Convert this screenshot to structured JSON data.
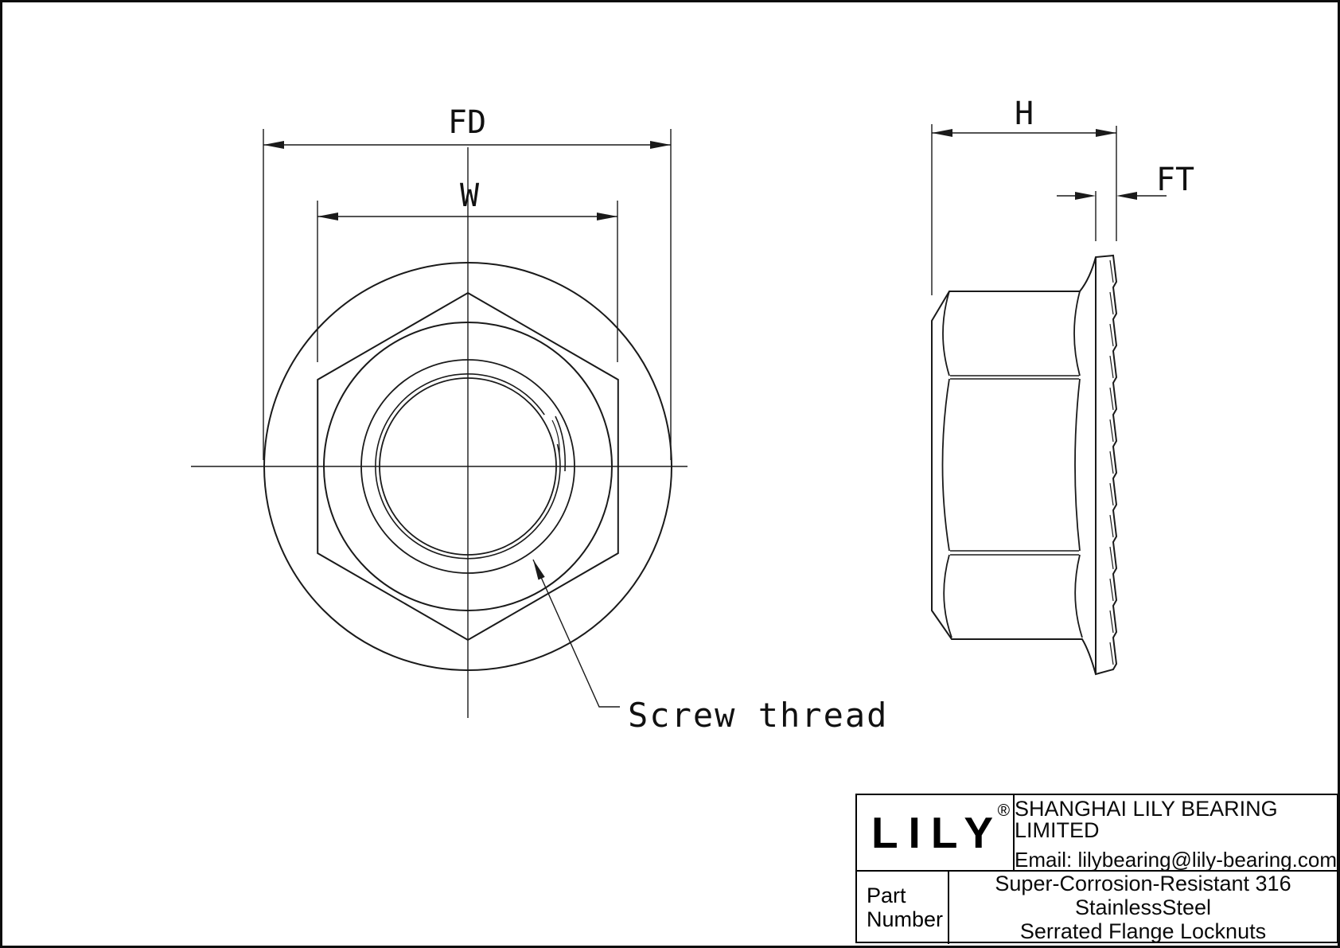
{
  "drawing": {
    "colors": {
      "line": "#1a1a1a",
      "background": "#ffffff"
    },
    "front_view": {
      "dim_fd_label": "FD",
      "dim_w_label": "W",
      "screw_thread_note": "Screw thread"
    },
    "side_view": {
      "dim_h_label": "H",
      "dim_ft_label": "FT"
    }
  },
  "title_block": {
    "logo": {
      "text": "LILY",
      "registered_mark": "®"
    },
    "company_name": "SHANGHAI LILY BEARING LIMITED",
    "email_line": "Email: lilybearing@lily-bearing.com",
    "part_number_label": "Part Number",
    "description_line1": "Super-Corrosion-Resistant 316 StainlessSteel",
    "description_line2": "Serrated Flange Locknuts"
  }
}
